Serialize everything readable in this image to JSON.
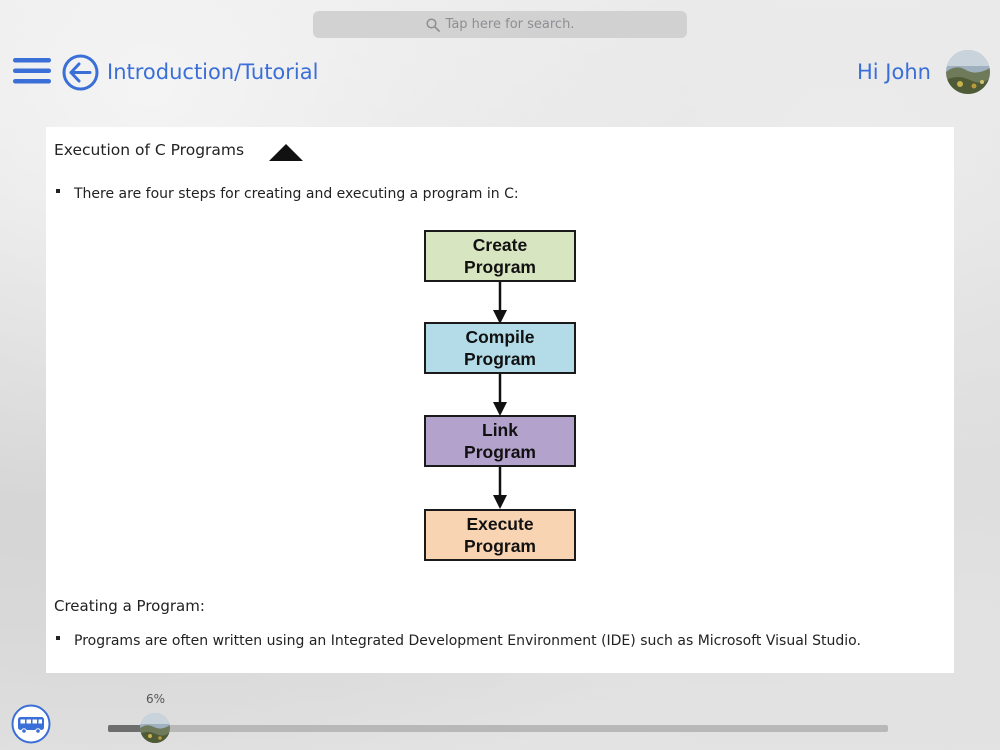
{
  "search": {
    "placeholder": "Tap here for search."
  },
  "header": {
    "title": "Introduction/Tutorial",
    "greeting": "Hi John"
  },
  "content": {
    "section_title": "Execution of C Programs",
    "intro_bullet": "There are four steps for creating and executing a program in C:",
    "flow": [
      {
        "line1": "Create",
        "line2": "Program",
        "color": "#d8e5c1"
      },
      {
        "line1": "Compile",
        "line2": "Program",
        "color": "#b3dce8"
      },
      {
        "line1": "Link",
        "line2": "Program",
        "color": "#b3a2cc"
      },
      {
        "line1": "Execute",
        "line2": "Program",
        "color": "#f9d4b3"
      }
    ],
    "subheading": "Creating a Program:",
    "subheading_bullet": "Programs are often written using an Integrated Development Environment (IDE) such as Microsoft Visual Studio."
  },
  "progress": {
    "label": "6%",
    "value": 6
  },
  "colors": {
    "accent": "#3a6fd8"
  }
}
